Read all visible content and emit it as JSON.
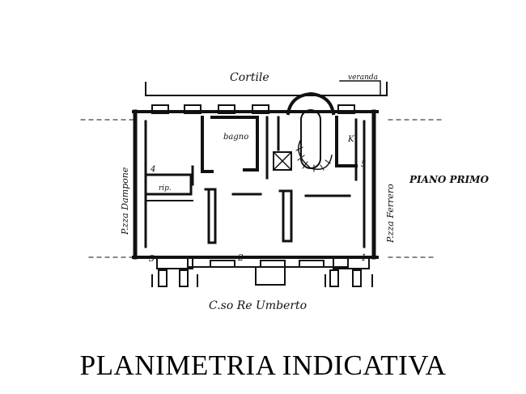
{
  "title": "PLANIMETRIA INDICATIVA",
  "labels": {
    "courtyard": "Cortile",
    "veranda": "veranda",
    "bathroom": "bagno",
    "kitchen": "K",
    "storage": "rip.",
    "floor": "PIANO PRIMO",
    "street_left": "P.zza Dampone",
    "street_right": "P.zza Ferrero",
    "street_bottom": "C.so Re Umberto",
    "room_1": "1",
    "room_2": "2",
    "room_3": "3",
    "room_4": "4",
    "room_5": "5"
  }
}
